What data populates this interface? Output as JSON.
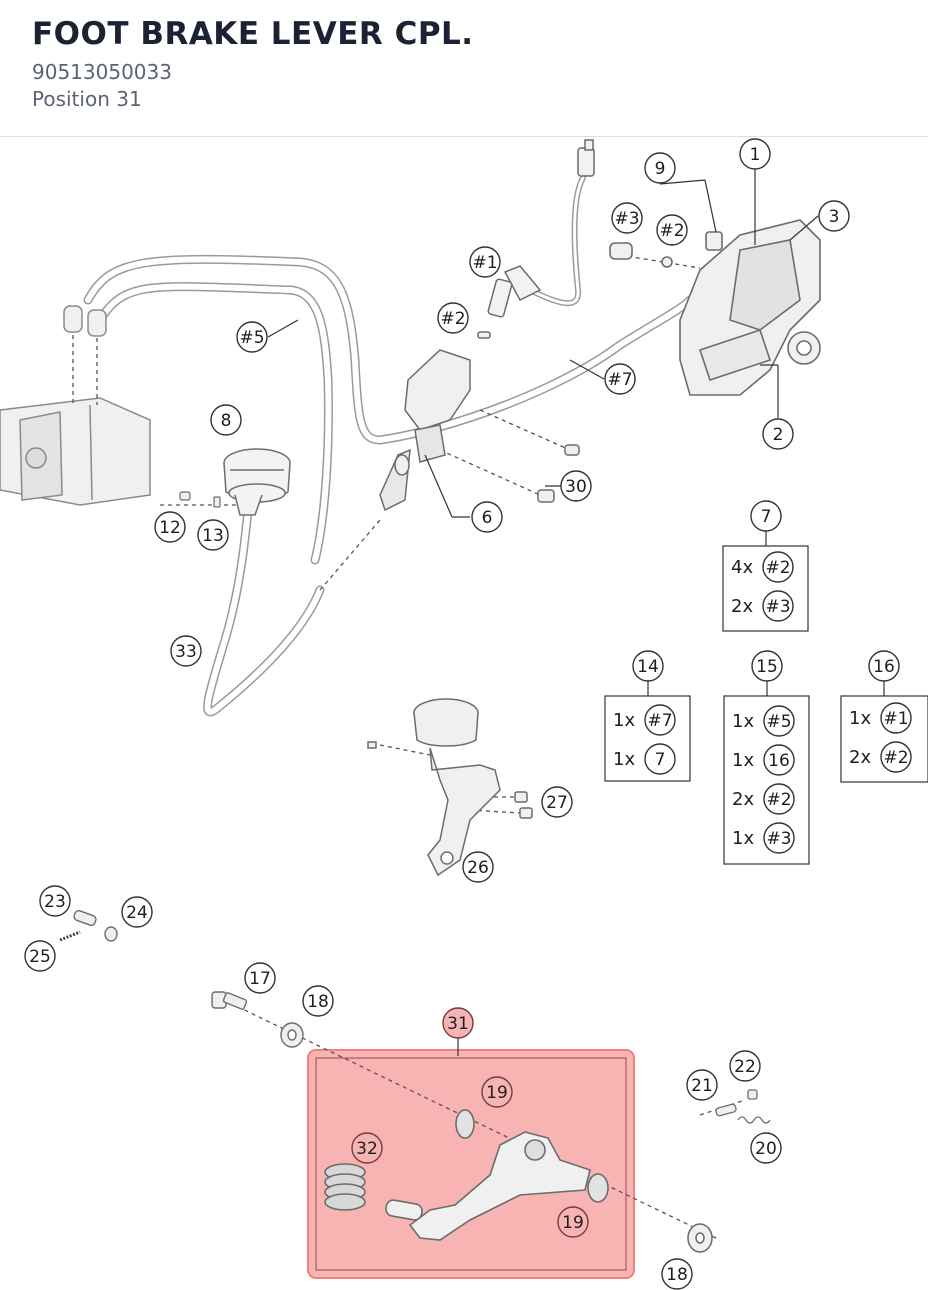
{
  "header": {
    "title": "FOOT BRAKE LEVER CPL.",
    "part_number": "90513050033",
    "position": "Position 31"
  },
  "highlight_color": "#f59a9a",
  "callouts": {
    "c1": "1",
    "c2": "2",
    "c3": "3",
    "c6": "6",
    "c8": "8",
    "c9": "9",
    "c12": "12",
    "c13": "13",
    "c17": "17",
    "c18a": "18",
    "c18b": "18",
    "c19a": "19",
    "c19b": "19",
    "c20": "20",
    "c21": "21",
    "c22": "22",
    "c23": "23",
    "c24": "24",
    "c25": "25",
    "c26": "26",
    "c27": "27",
    "c30": "30",
    "c31": "31",
    "c32": "32",
    "c33": "33",
    "h1": "#1",
    "h2a": "#2",
    "h2b": "#2",
    "h3": "#3",
    "h5": "#5",
    "h7": "#7"
  },
  "kits": [
    {
      "id": "7",
      "rows": [
        {
          "qty": "4x",
          "ref": "#2"
        },
        {
          "qty": "2x",
          "ref": "#3"
        }
      ]
    },
    {
      "id": "14",
      "rows": [
        {
          "qty": "1x",
          "ref": "#7"
        },
        {
          "qty": "1x",
          "ref": "7"
        }
      ]
    },
    {
      "id": "15",
      "rows": [
        {
          "qty": "1x",
          "ref": "#5"
        },
        {
          "qty": "1x",
          "ref": "16"
        },
        {
          "qty": "2x",
          "ref": "#2"
        },
        {
          "qty": "1x",
          "ref": "#3"
        }
      ]
    },
    {
      "id": "16",
      "rows": [
        {
          "qty": "1x",
          "ref": "#1"
        },
        {
          "qty": "2x",
          "ref": "#2"
        }
      ]
    }
  ]
}
